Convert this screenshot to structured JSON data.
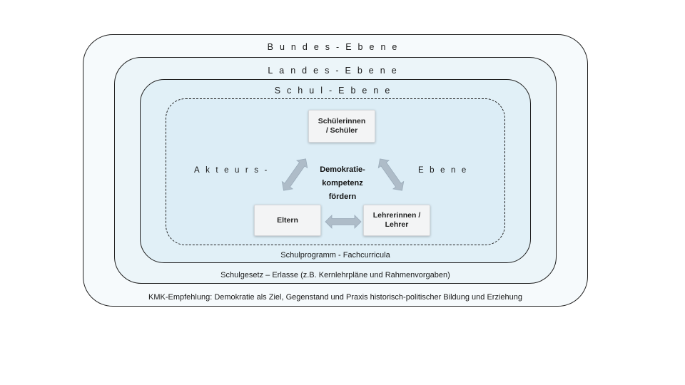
{
  "levels": {
    "bund": {
      "title": "Bundes-Ebene",
      "note": "KMK-Empfehlung: Demokratie als Ziel, Gegenstand und Praxis historisch-politischer Bildung und Erziehung"
    },
    "land": {
      "title": "Landes-Ebene",
      "note": "Schulgesetz – Erlasse (z.B. Kernlehrpläne und Rahmenvorgaben)"
    },
    "schul": {
      "title": "Schul-Ebene",
      "note": "Schulprogramm - Fachcurricula"
    },
    "akteur": {
      "title_left": "Akteurs-",
      "title_right": "Ebene"
    }
  },
  "center": {
    "text": "Demokratie-\nkompetenz\nfördern"
  },
  "actors": {
    "students": "Schülerinnen\n/ Schüler",
    "parents": "Eltern",
    "teachers": "Lehrerinnen /\nLehrer"
  },
  "colors": {
    "arrow": "#aebcc8",
    "arrow_stroke": "#9aabb9",
    "border": "#1f1f1f"
  }
}
